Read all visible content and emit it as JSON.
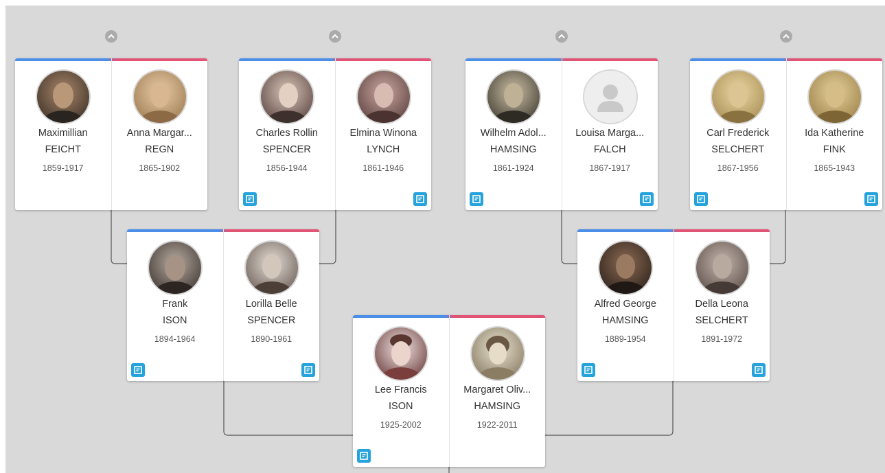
{
  "colors": {
    "background": "#d9d9d9",
    "card": "#ffffff",
    "father_accent": "#4a8ee9",
    "mother_accent": "#e15476",
    "note_button": "#27a3dc",
    "expand_button": "#ababab",
    "connector": "#555555"
  },
  "icons": {
    "expand": "chevron-up-icon",
    "note": "note-icon",
    "placeholder_photo": "silhouette-icon"
  },
  "couples": {
    "feicht_regn": {
      "husband": {
        "given": "Maximillian",
        "surname": "FEICHT",
        "dates": "1859-1917"
      },
      "wife": {
        "given": "Anna Margar...",
        "surname": "REGN",
        "dates": "1865-1902"
      }
    },
    "spencer_lynch": {
      "husband": {
        "given": "Charles Rollin",
        "surname": "SPENCER",
        "dates": "1856-1944"
      },
      "wife": {
        "given": "Elmina Winona",
        "surname": "LYNCH",
        "dates": "1861-1946"
      }
    },
    "hamsing_falch": {
      "husband": {
        "given": "Wilhelm Adol...",
        "surname": "HAMSING",
        "dates": "1861-1924"
      },
      "wife": {
        "given": "Louisa Marga...",
        "surname": "FALCH",
        "dates": "1867-1917"
      }
    },
    "selchert_fink": {
      "husband": {
        "given": "Carl Frederick",
        "surname": "SELCHERT",
        "dates": "1867-1956"
      },
      "wife": {
        "given": "Ida Katherine",
        "surname": "FINK",
        "dates": "1865-1943"
      }
    },
    "ison_spencer": {
      "husband": {
        "given": "Frank",
        "surname": "ISON",
        "dates": "1894-1964"
      },
      "wife": {
        "given": "Lorilla Belle",
        "surname": "SPENCER",
        "dates": "1890-1961"
      }
    },
    "hamsing_selchert": {
      "husband": {
        "given": "Alfred George",
        "surname": "HAMSING",
        "dates": "1889-1954"
      },
      "wife": {
        "given": "Della Leona",
        "surname": "SELCHERT",
        "dates": "1891-1972"
      }
    },
    "ison_hamsing": {
      "husband": {
        "given": "Lee Francis",
        "surname": "ISON",
        "dates": "1925-2002"
      },
      "wife": {
        "given": "Margaret Oliv...",
        "surname": "HAMSING",
        "dates": "1922-2011"
      }
    }
  }
}
